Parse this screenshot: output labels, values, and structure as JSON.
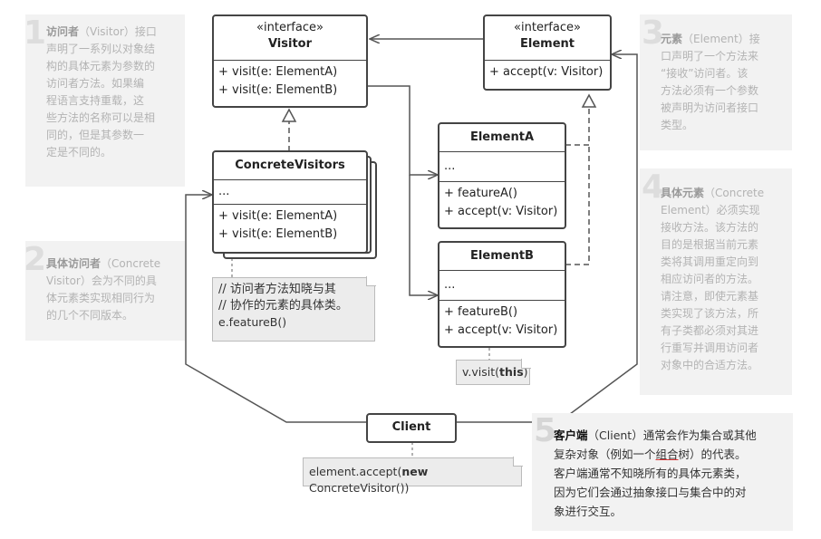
{
  "notes": {
    "n1": {
      "num": "1",
      "bold": "访问者",
      "lines": [
        "（Visitor）接口",
        "声明了一系列以对象结",
        "构的具体元素为参数的",
        "访问者方法。如果编",
        "程语言支持重载，这",
        "些方法的名称可以是相",
        "同的，但是其参数一",
        "定是不同的。"
      ]
    },
    "n2": {
      "num": "2",
      "bold": "具体访问者",
      "lines": [
        "（Concrete",
        "Visitor）会为不同的具",
        "体元素类实现相同行为",
        "的几个不同版本。"
      ]
    },
    "n3": {
      "num": "3",
      "bold": "元素",
      "lines": [
        "（Element）接",
        "口声明了一个方法来",
        "“接收”访问者。该",
        "方法必须有一个参数",
        "被声明为访问者接口",
        "类型。"
      ]
    },
    "n4": {
      "num": "4",
      "bold": "具体元素",
      "lines": [
        "（Concrete",
        "Element）必须实现",
        "接收方法。该方法的",
        "目的是根据当前元素",
        "类将其调用重定向到",
        "相应访问者的方法。",
        "请注意，即使元素基",
        "类实现了该方法，所",
        "有子类都必须对其进",
        "行重写并调用访问者",
        "对象中的合适方法。"
      ]
    },
    "n5": {
      "num": "5",
      "bold": "客户端",
      "line1": "（Client）通常会作为集合或其他",
      "line2_a": "复杂对象（例如一个",
      "line2_link": "组合",
      "line2_b": "树）的代表。",
      "line3": "客户端通常不知晓所有的具体元素类，",
      "line4": "因为它们会通过抽象接口与集合中的对",
      "line5": "象进行交互。"
    }
  },
  "uml": {
    "visitor": {
      "stereotype": "«interface»",
      "name": "Visitor",
      "methods": [
        "+ visit(e: ElementA)",
        "+ visit(e: ElementB)"
      ]
    },
    "element": {
      "stereotype": "«interface»",
      "name": "Element",
      "methods": [
        "+ accept(v: Visitor)"
      ]
    },
    "concrete_visitors": {
      "name": "ConcreteVisitors",
      "fields": "...",
      "methods": [
        "+ visit(e: ElementA)",
        "+ visit(e: ElementB)"
      ]
    },
    "element_a": {
      "name": "ElementA",
      "fields": "...",
      "methods": [
        "+ featureA()",
        "+ accept(v: Visitor)"
      ]
    },
    "element_b": {
      "name": "ElementB",
      "fields": "...",
      "methods": [
        "+ featureB()",
        "+ accept(v: Visitor)"
      ]
    },
    "client": {
      "name": "Client"
    }
  },
  "snippets": {
    "visitor_comment": {
      "line1": "// 访问者方法知晓与其",
      "line2": "// 协作的元素的具体类。",
      "line3": "e.featureB()"
    },
    "visit_this": {
      "pre": "v.visit(",
      "kw": "this",
      "post": ")"
    },
    "client_code": {
      "pre": "element.accept(",
      "kw": "new",
      "post": " ConcreteVisitor())"
    }
  },
  "colors": {
    "line": "#555555",
    "box_border": "#444444",
    "note_bg": "#f2f2f2",
    "note_text": "#b3b3b3",
    "link_underline": "#d33333"
  }
}
